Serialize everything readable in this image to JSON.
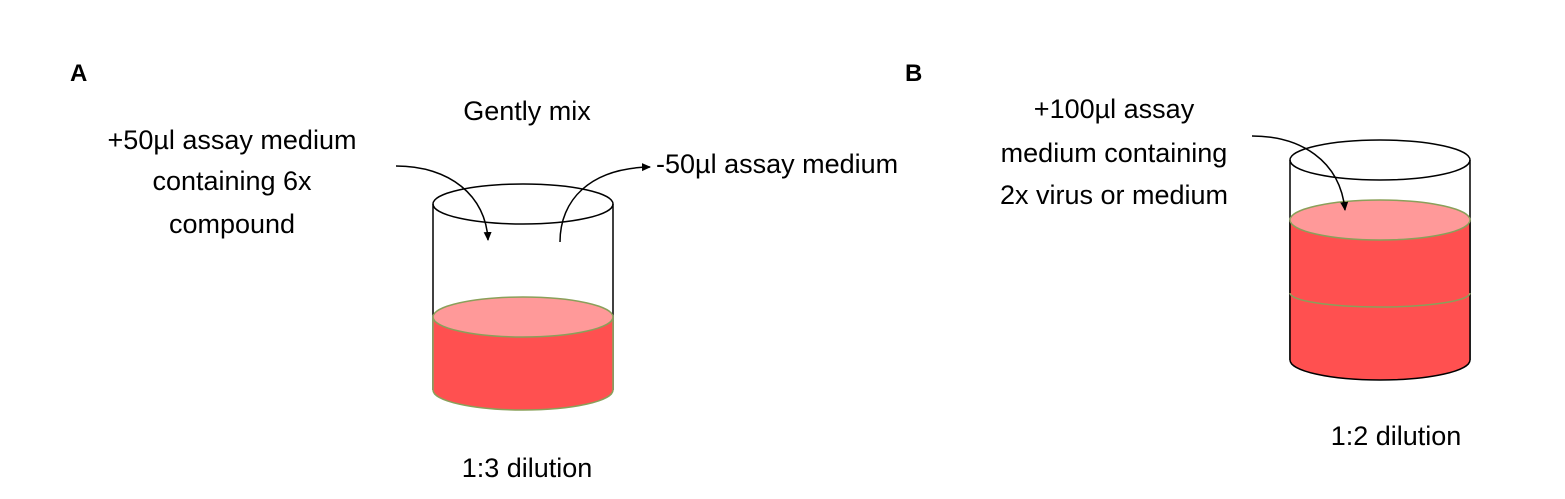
{
  "panel_a": {
    "label": "A",
    "gently_mix": "Gently mix",
    "add_text": [
      "+50µl assay medium",
      "containing 6x",
      "compound"
    ],
    "remove_text": "-50µl assay medium",
    "dilution": "1:3 dilution"
  },
  "panel_b": {
    "label": "B",
    "add_text": [
      "+100µl assay",
      "medium containing",
      "2x virus or medium"
    ],
    "dilution": "1:2 dilution"
  },
  "colors": {
    "liquid_side": "#ff5050",
    "liquid_top": "#ff9999",
    "liquid_edge": "#8aa05a",
    "outline": "#000000"
  }
}
